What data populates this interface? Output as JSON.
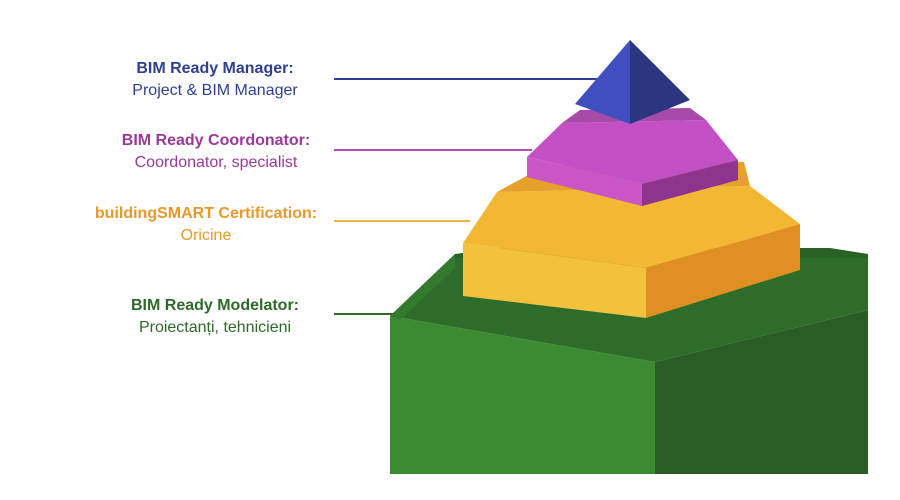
{
  "colors": {
    "manager": "#2f3f91",
    "coordinator": "#9a3a98",
    "certification": "#e79a2a",
    "modelator": "#2f6a2b"
  },
  "levels": [
    {
      "id": "manager",
      "title": "BIM Ready Manager:",
      "subtitle": "Project & BIM Manager"
    },
    {
      "id": "coordinator",
      "title": "BIM Ready Coordonator:",
      "subtitle": "Coordonator, specialist"
    },
    {
      "id": "certification",
      "title": "buildingSMART Certification:",
      "subtitle": "Oricine"
    },
    {
      "id": "modelator",
      "title": "BIM Ready Modelator:",
      "subtitle": "Proiectanți, tehnicieni"
    }
  ]
}
